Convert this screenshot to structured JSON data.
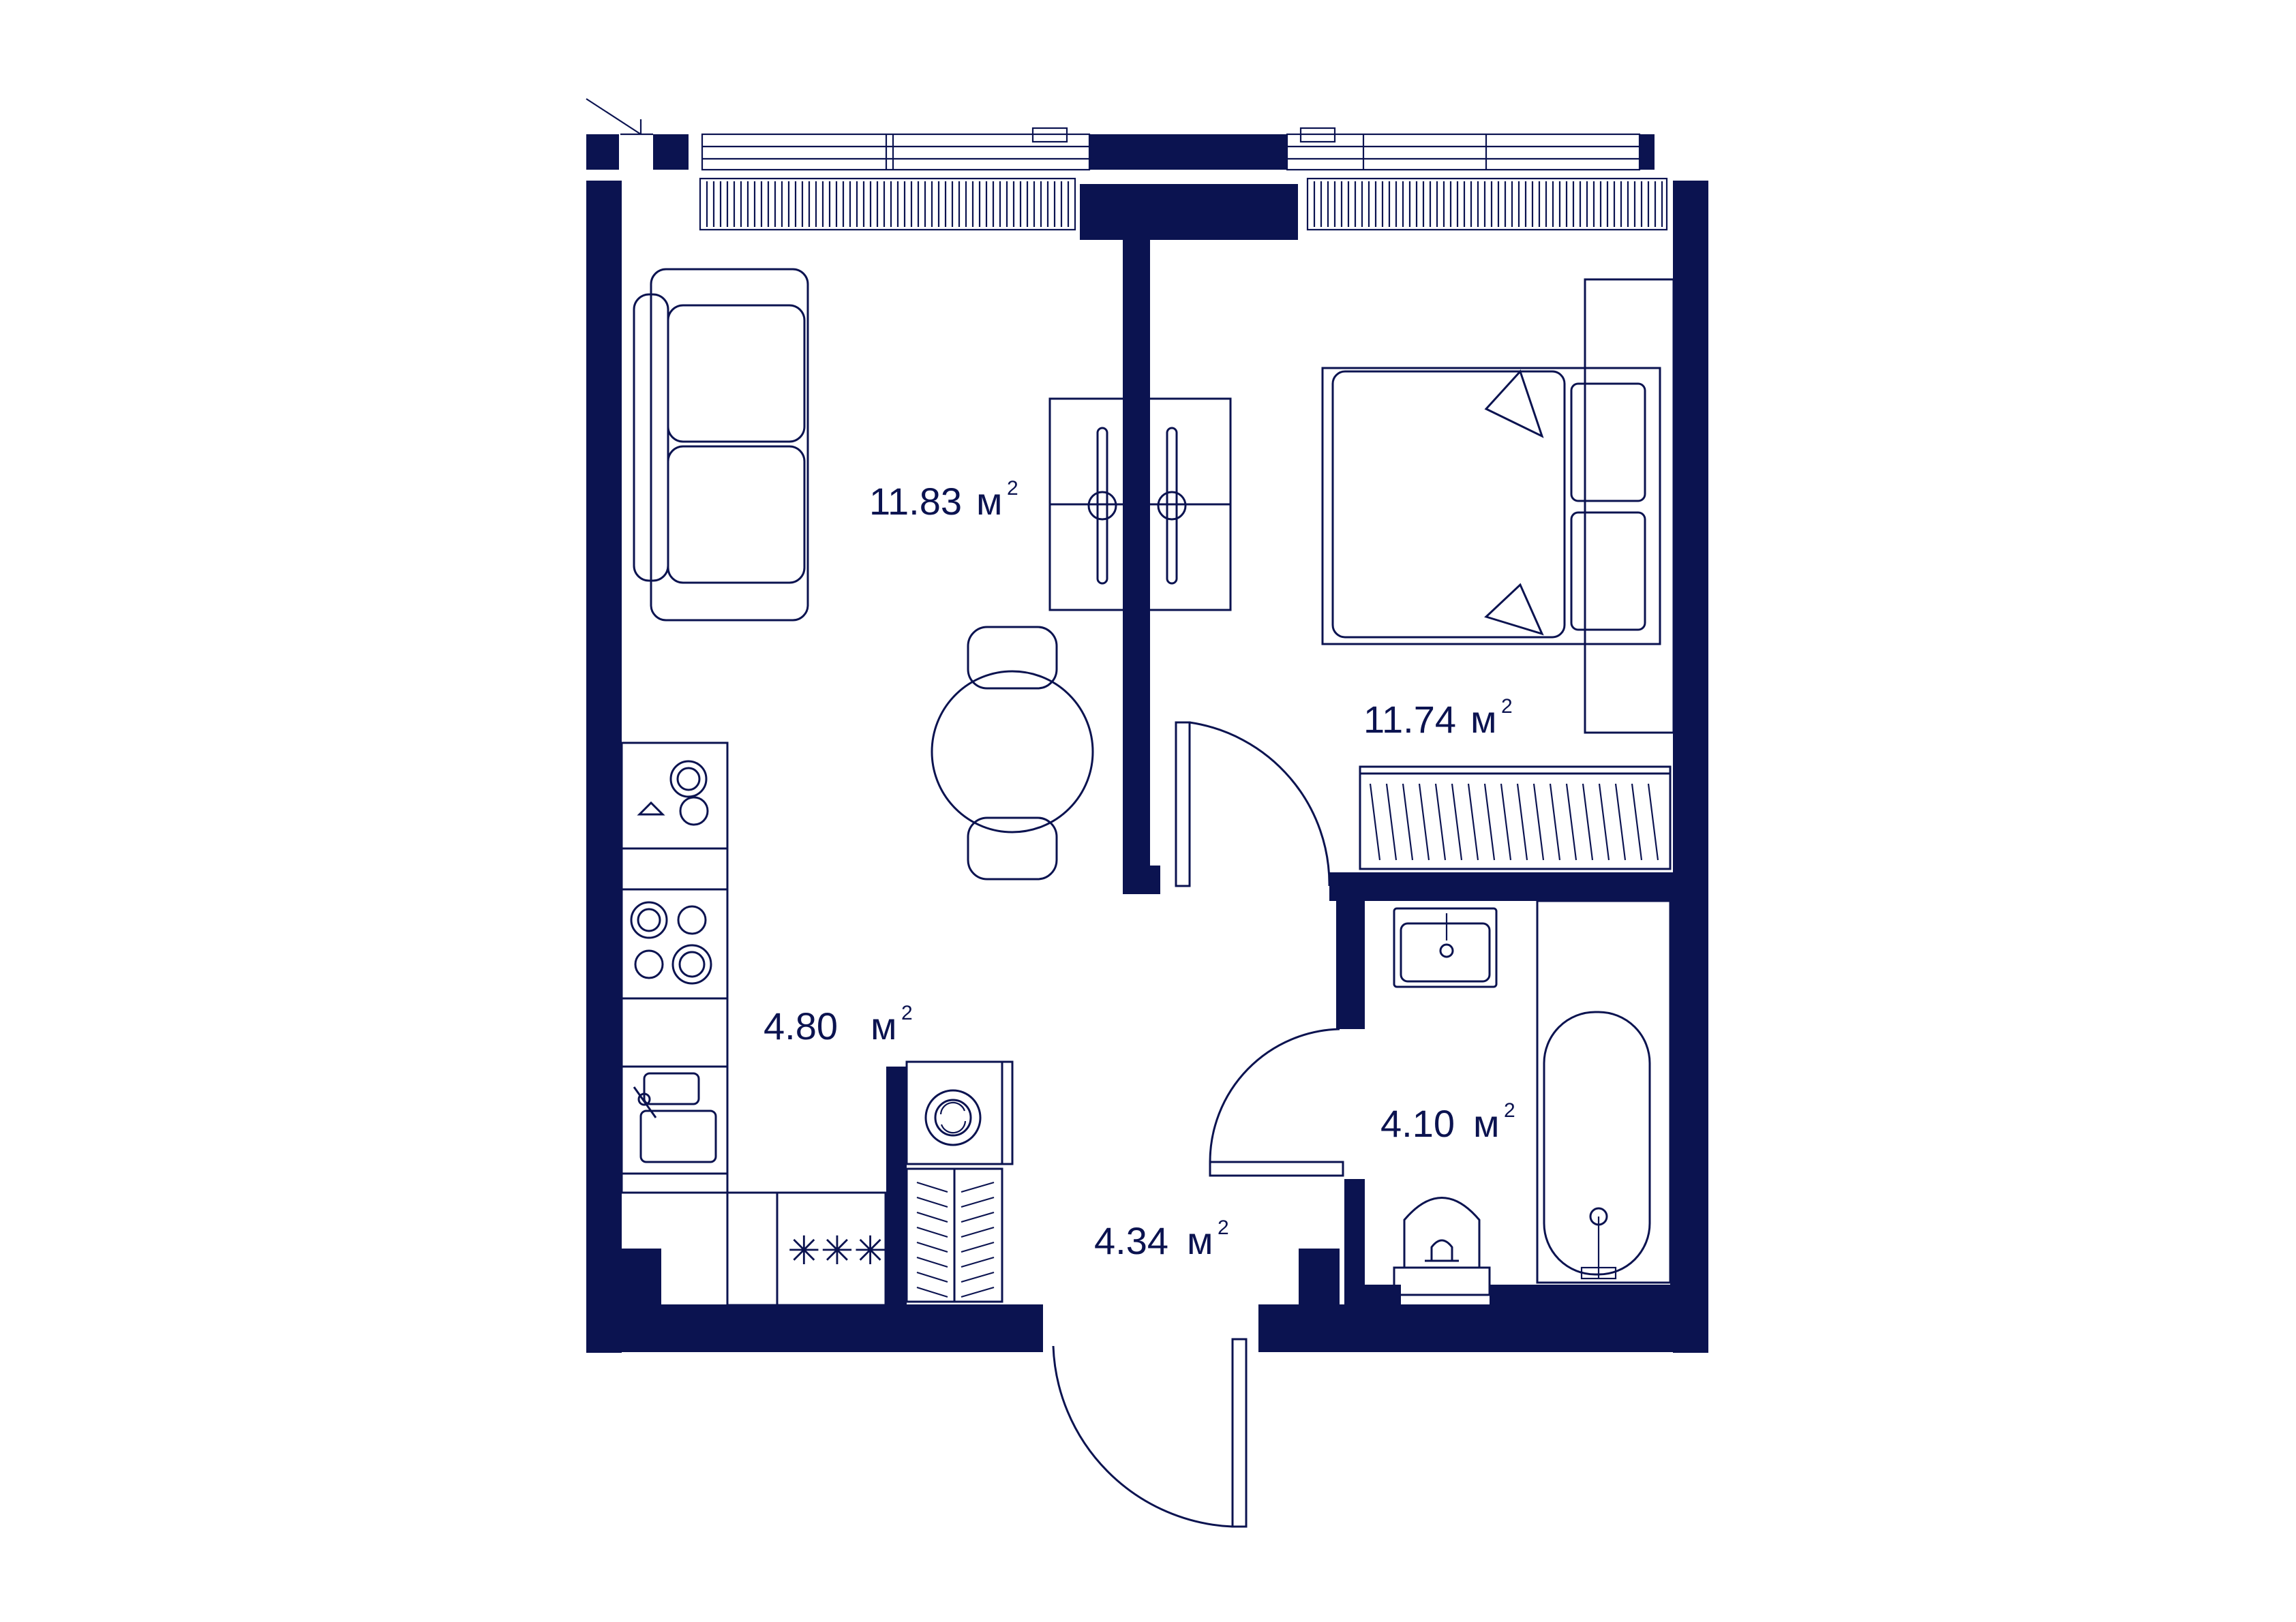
{
  "colors": {
    "wall": "#0b1350",
    "background": "#ffffff"
  },
  "rooms": [
    {
      "id": "living",
      "area": "11.83",
      "unit": "м"
    },
    {
      "id": "bedroom",
      "area": "11.74",
      "unit": "м"
    },
    {
      "id": "kitchen",
      "area": "4.80",
      "unit": "м"
    },
    {
      "id": "bathroom",
      "area": "4.10",
      "unit": "м"
    },
    {
      "id": "hallway",
      "area": "4.34",
      "unit": "м"
    }
  ],
  "unit_superscript": "2"
}
